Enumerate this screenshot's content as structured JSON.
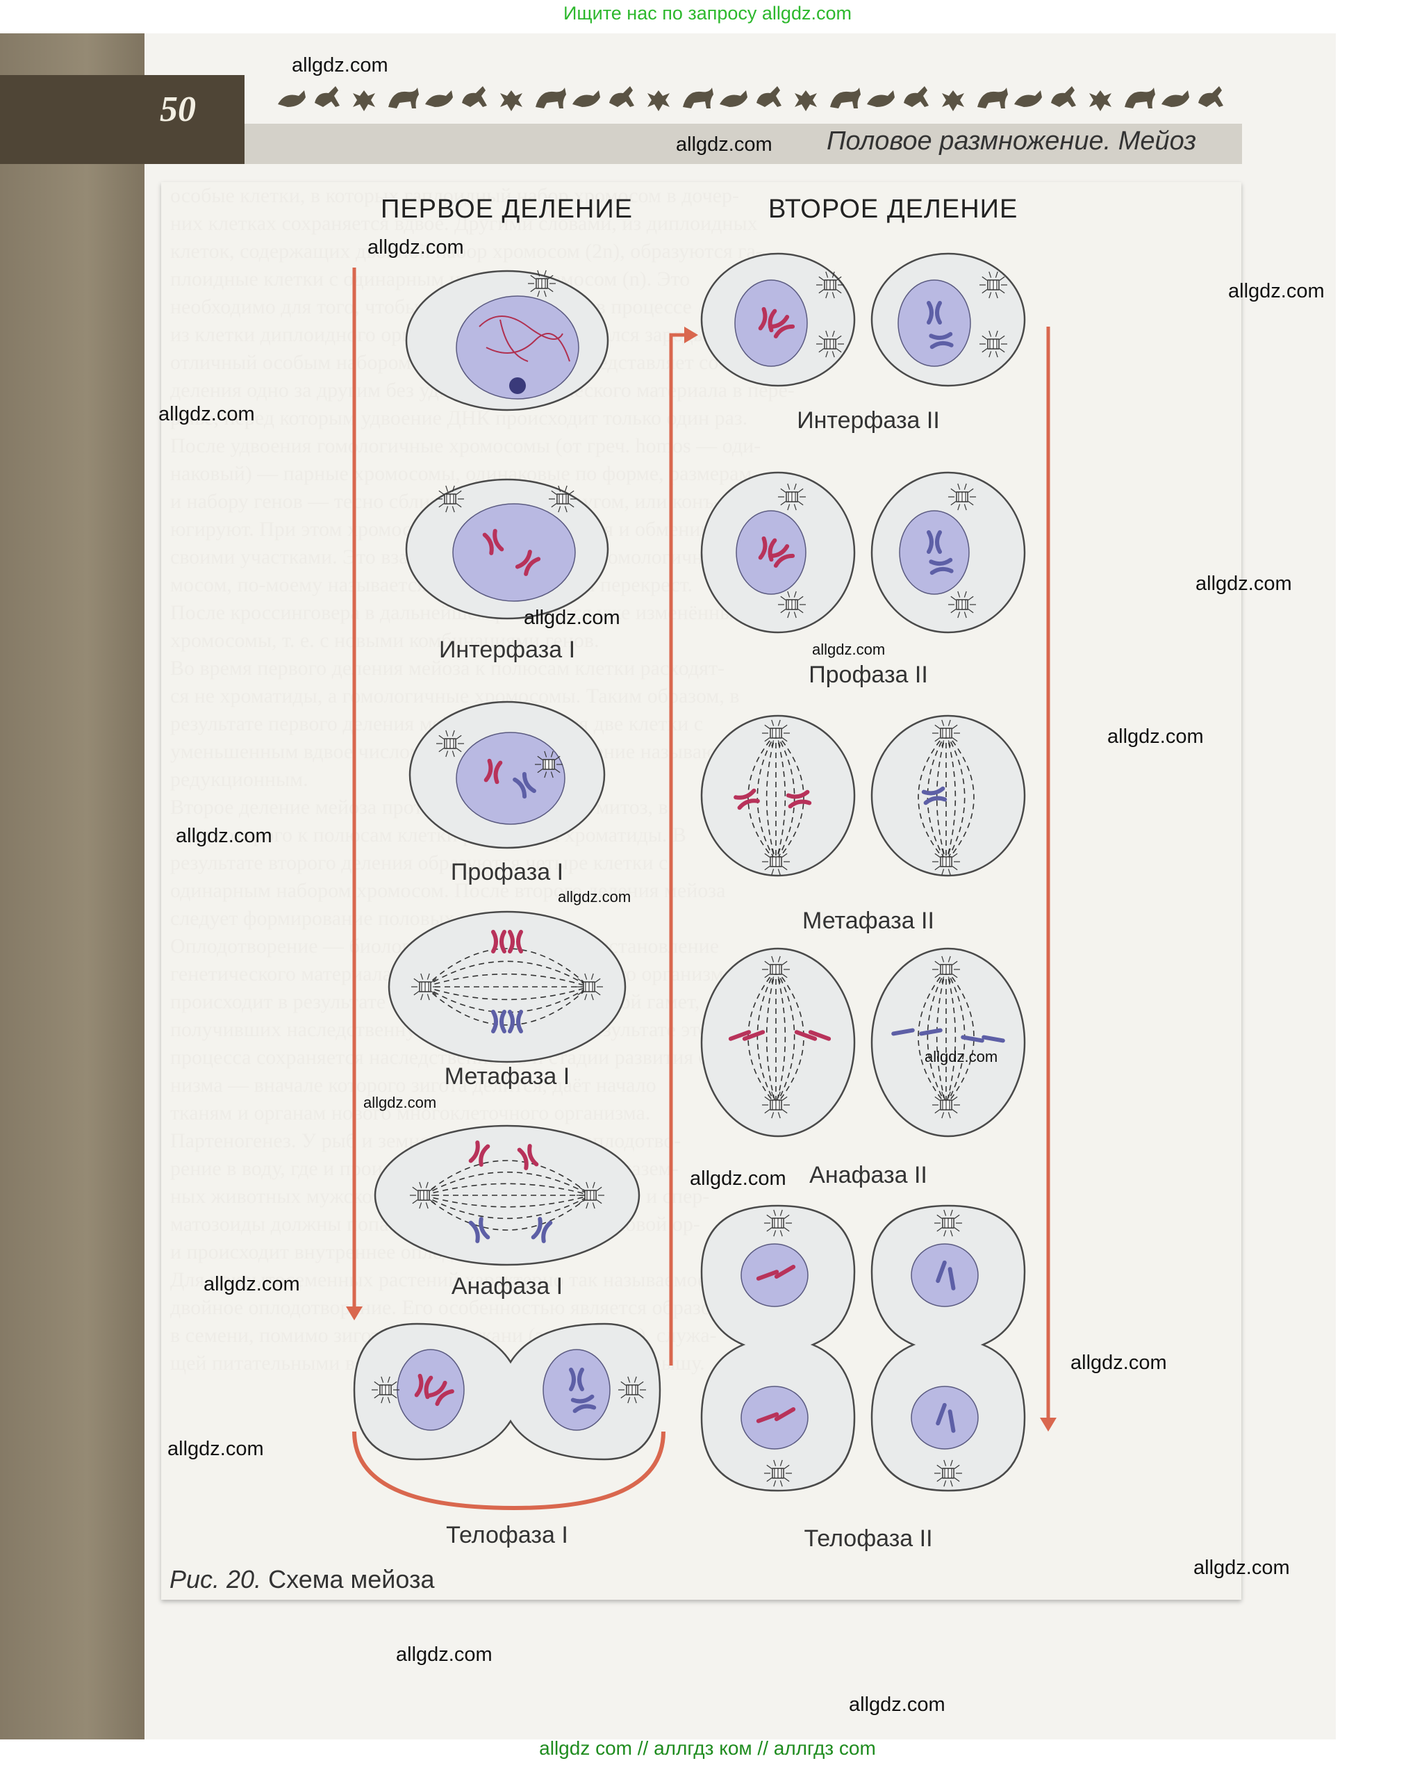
{
  "banner_top": "Ищите нас по запросу allgdz.com",
  "banner_bottom": "allgdz com  //  аллгдз ком  //  аллгдз com",
  "page_number": "50",
  "chapter_title": "Половое размножение. Мейоз",
  "headings": {
    "first": "ПЕРВОЕ ДЕЛЕНИЕ",
    "second": "ВТОРОЕ ДЕЛЕНИЕ"
  },
  "phases_first": [
    "Интерфаза I",
    "Профаза I",
    "Метафаза I",
    "Анафаза I",
    "Телофаза I"
  ],
  "phases_second": [
    "Интерфаза II",
    "Профаза II",
    "Метафаза II",
    "Анафаза II",
    "Телофаза II"
  ],
  "caption": {
    "prefix": "Рис. 20.",
    "text": "Схема мейоза"
  },
  "watermark": "allgdz.com",
  "colors": {
    "arrow": "#d9674e",
    "nucleus": "#b9b9e2",
    "chromosome_red": "#b8325a",
    "chromosome_blue": "#5d5fa6",
    "banner_text": "#2db82d"
  },
  "background_text": [
    "особые клетки, в которых гаплоидный набор хромосом в дочер-",
    "них клетках сохраняется вдвое. Другими словами, из диплоидных",
    "клеток, содержащих двойной набор хромосом (2n), образуются га-",
    "плоидные клетки с одинарным набором хромосом (n). Это",
    "необходимо для того, чтобы при слиянии гамет в процессе",
    "из клетки диплоидного организма снова образовался зародыш,",
    "отличный особым набором хромосом. Мейоз представляет собой два",
    "деления одно за другим без удвоения генетического материала в пере-",
    "рыве, перед которым удвоение ДНК происходит только один раз.",
    "После удвоения гомологичные хромосомы (от греч. homos — оди-",
    "наковый) — парные хромосомы, одинаковые по форме, размерам",
    "и набору генов — тесно сближаются друг с другом, или конъ-",
    "югируют. При этом хромосомы перекрещиваются и обмениваются",
    "своими участками. Это взаимообмен участками гомологичных хро-",
    "мосом, по-моему называется кроссинговер, или перекрест.",
    "После кроссинговера в дальнейшем расходятся уже изменённые",
    "хромосомы, т. е. с новыми комбинациями генов.",
    "Во время первого деления мейоза к полюсам клетки расходят-",
    "ся не хроматиды, а гомологичные хромосомы. Таким образом, в",
    "результате первого деления мейоза образуются две клетки с",
    "уменьшенным вдвое числом хромосом. Это деление называют",
    "редукционным.",
    "Второе деление мейоза протекает как обычный митоз, в",
    "ходе которого к полюсам клетки расходятся хроматиды. В",
    "результате второго деления образуются четыре клетки с",
    "одинарным набором хромосом. После второго деления мейоза",
    "следует формирование половых клеток.",
    "Оплодотворение — биологическое значение. Восстановление",
    "генетического материала отцовского и материнского организма",
    "происходит в результате слияния мужской и женской гамет,",
    "получивших наследственную информацию. В результате этого",
    "процесса сохраняется наследственность и стадии развития орга-",
    "низма — вначале которого зигота делится, даёт начало",
    "тканям и органам нового многоклеточного организма.",
    "Партеногенез. У рыб и земноводных внешнее оплодотво-",
    "рение в воду, где и происходит оплодотворение. У назем-",
    "ных животных мужского пола половые клетки гамет, и спер-",
    "матозоиды должны попасть непосредственно в половой ор-",
    "и происходит внутреннее оплодотворение.",
    "Для покрытосеменных растений характерно так называемое",
    "двойное оплодотворение. Его особенностью является образование",
    "в семени, помимо зиготы, особой ткани (эндосперма), служа-",
    "щей питательными веществами развивающемуся зародышу."
  ]
}
